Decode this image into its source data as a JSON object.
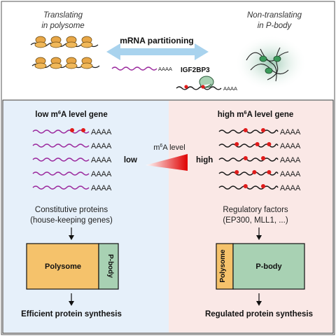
{
  "top": {
    "left_title_line1": "Translating",
    "left_title_line2": "in polysome",
    "right_title_line1": "Non-translating",
    "right_title_line2": "in P-body",
    "partition_label": "mRNA partitioning",
    "polya": "AAAA",
    "protein_label": "IGF2BP3"
  },
  "left": {
    "title_prefix": "low m",
    "title_sup": "6",
    "title_suffix": "A level gene",
    "polya": "AAAA",
    "category_line1": "Constitutive proteins",
    "category_line2": "(house-keeping genes)",
    "box_main": "Polysome",
    "box_side": "P-body",
    "outcome": "Efficient protein synthesis"
  },
  "right": {
    "title_prefix": "high m",
    "title_sup": "6",
    "title_suffix": "A level gene",
    "polya": "AAAA",
    "category_line1": "Regulatory factors",
    "category_line2": "(EP300, MLL1, ...)",
    "box_side": "Polysome",
    "box_main": "P-body",
    "outcome": "Regulated protein synthesis"
  },
  "gradient": {
    "label_prefix": "m",
    "label_sup": "6",
    "label_suffix": "A level",
    "low": "low",
    "high": "high"
  },
  "colors": {
    "mrna_low": "#9b2a9e",
    "mrna_high": "#1a1a1a",
    "m6a_mark": "#e01b1b",
    "polysome_fill": "#f5c26b",
    "pbody_fill": "#a8d1b3",
    "left_panel_bg": "#e6f0fa",
    "right_panel_bg": "#fae8e6",
    "arrow_blue": "#a9d3ee"
  }
}
